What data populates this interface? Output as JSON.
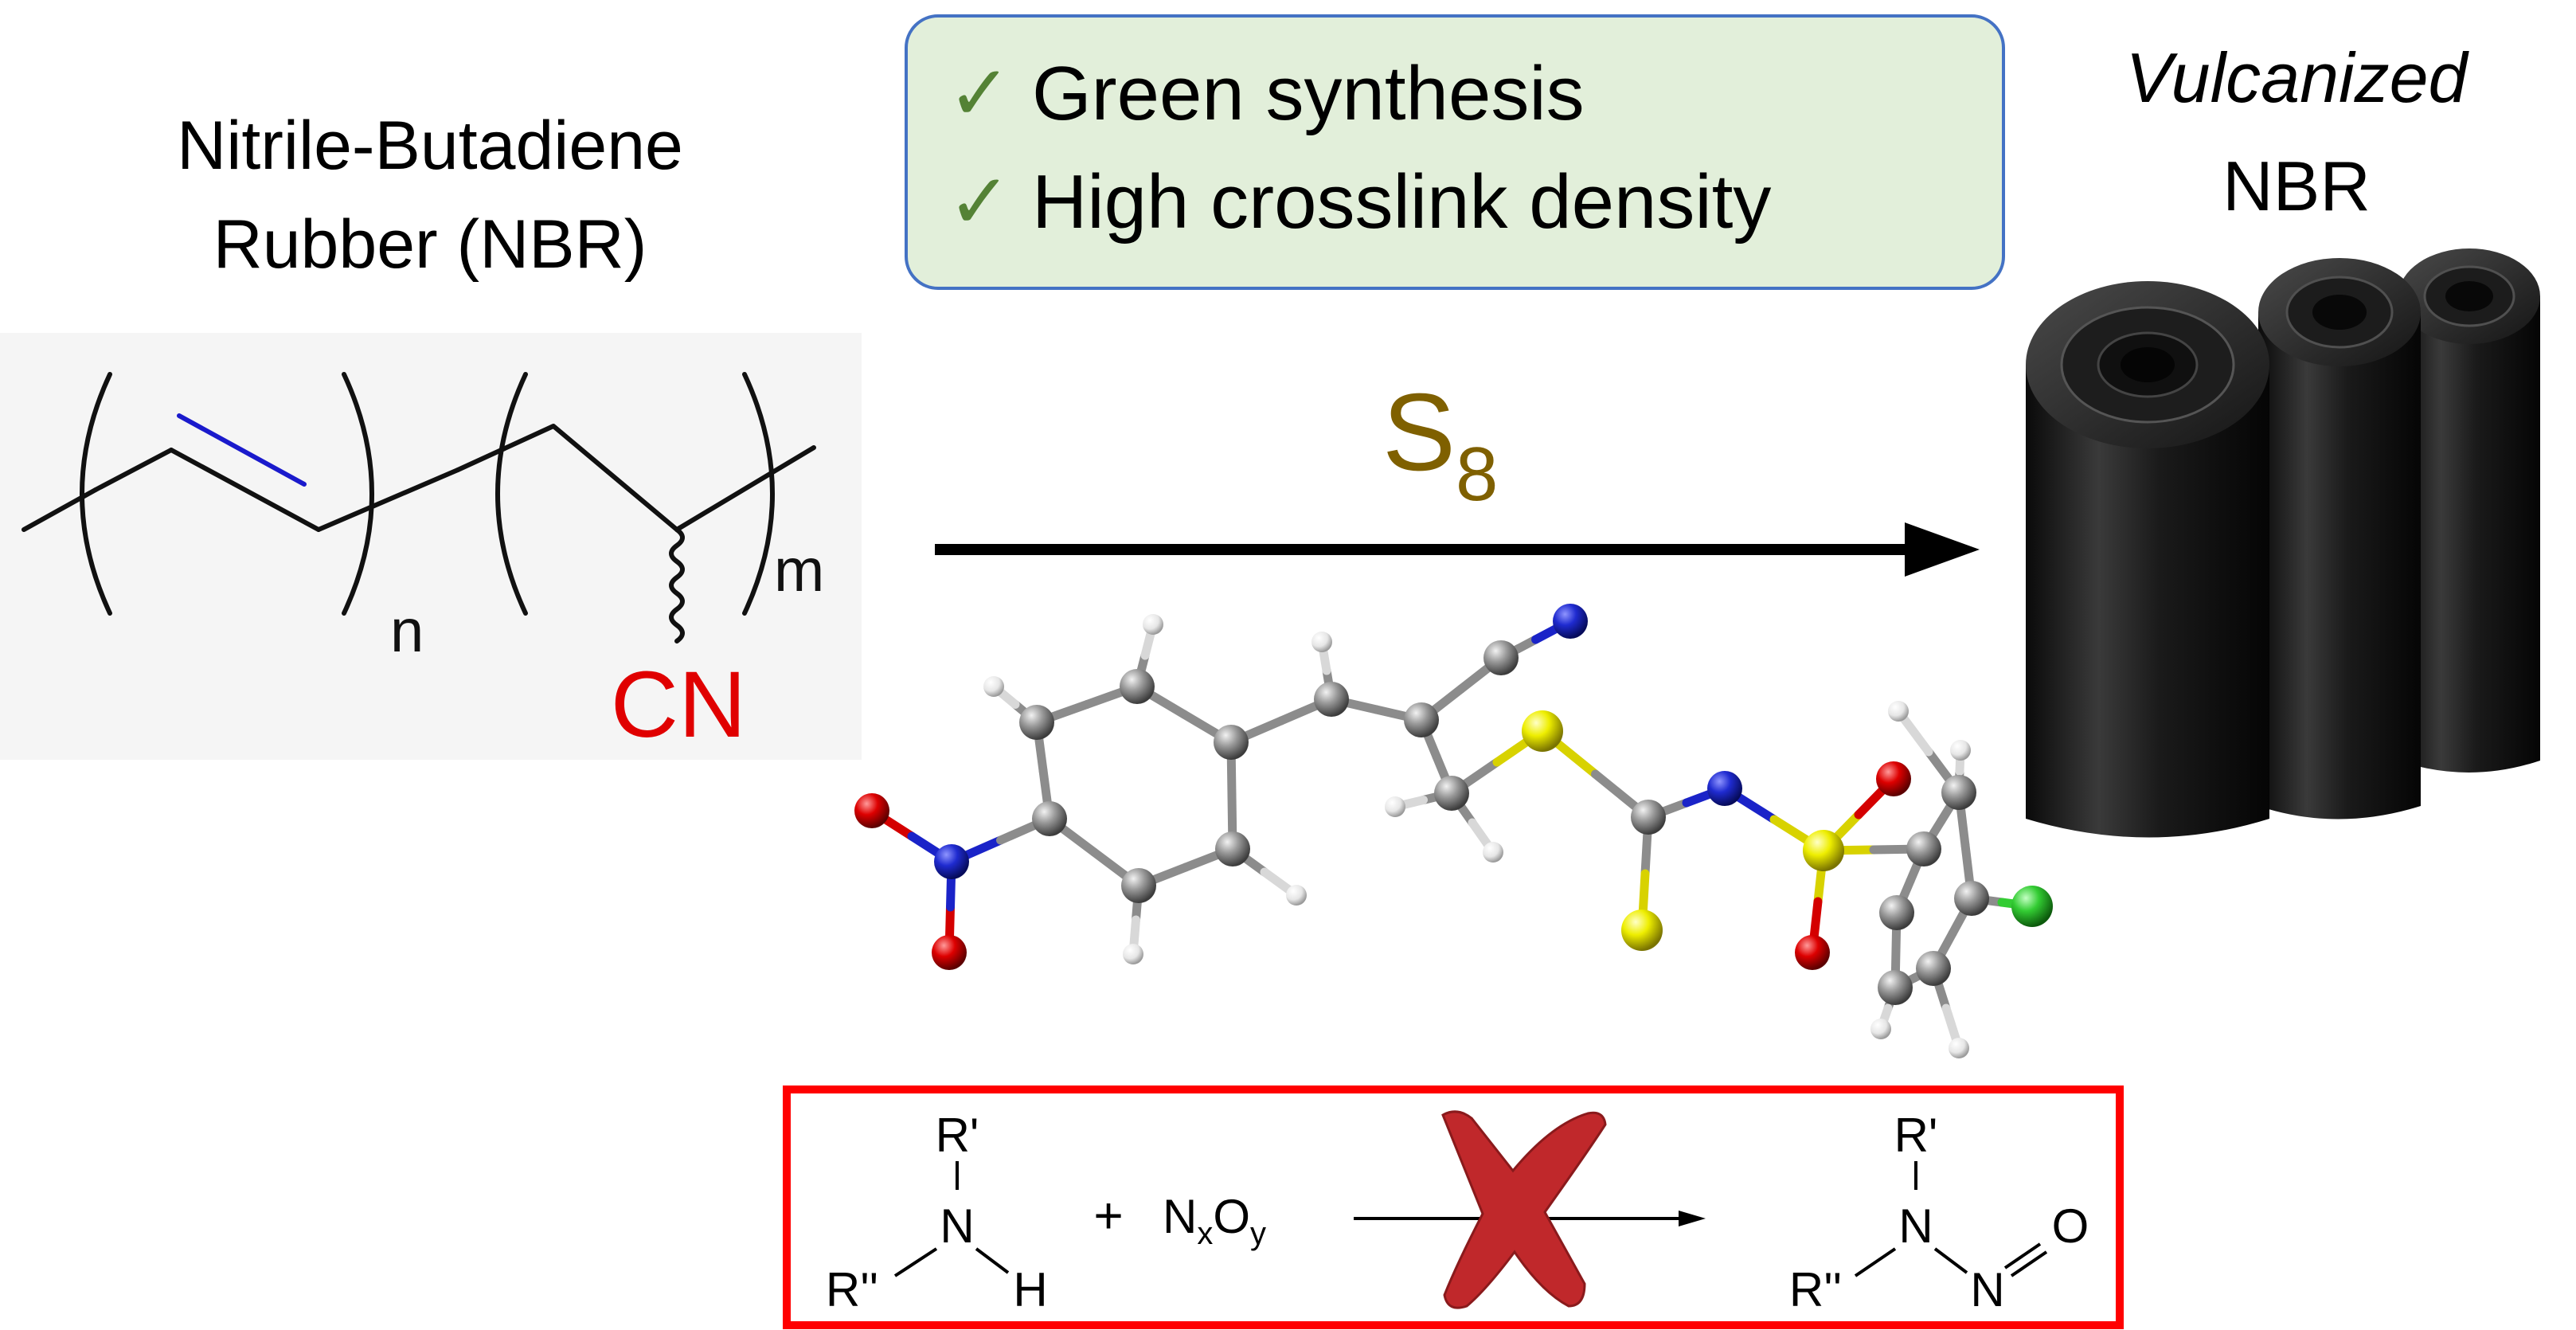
{
  "left_title": {
    "line1": "Nitrile-Butadiene",
    "line2": "Rubber (NBR)"
  },
  "polymer": {
    "sub_n": "n",
    "sub_m": "m",
    "side_group": "CN"
  },
  "benefits": {
    "item1": "Green synthesis",
    "item2": "High crosslink density",
    "check_glyph": "✓"
  },
  "reagent": {
    "symbol": "S",
    "subscript": "8"
  },
  "product": {
    "line1": "Vulcanized",
    "line2": "NBR"
  },
  "nitrosation": {
    "amine_r1": "R'",
    "amine_r2": "R''",
    "amine_n": "N",
    "amine_h": "H",
    "plus": "+",
    "reagent_n": "N",
    "reagent_x": "x",
    "reagent_o": "O",
    "reagent_y": "y",
    "product_r1": "R'",
    "product_r2": "R''",
    "product_n1": "N",
    "product_n2": "N",
    "product_o": "O"
  },
  "colors": {
    "panel_fill": "#e2efda",
    "panel_stroke": "#4472c4",
    "check": "#548235",
    "reagent_text": "#7f6000",
    "cn_red": "#e00000",
    "double_bond_blue": "#1a1acc",
    "forbid_box": "#ff0000",
    "cross_mark": "#c0282b",
    "carbon": "#8c8c8c",
    "hydrogen": "#eeeeee",
    "nitrogen": "#1a23c8",
    "oxygen": "#d40000",
    "sulfur": "#e8e000",
    "chlorine": "#33cc33",
    "rubber": "#141414"
  }
}
